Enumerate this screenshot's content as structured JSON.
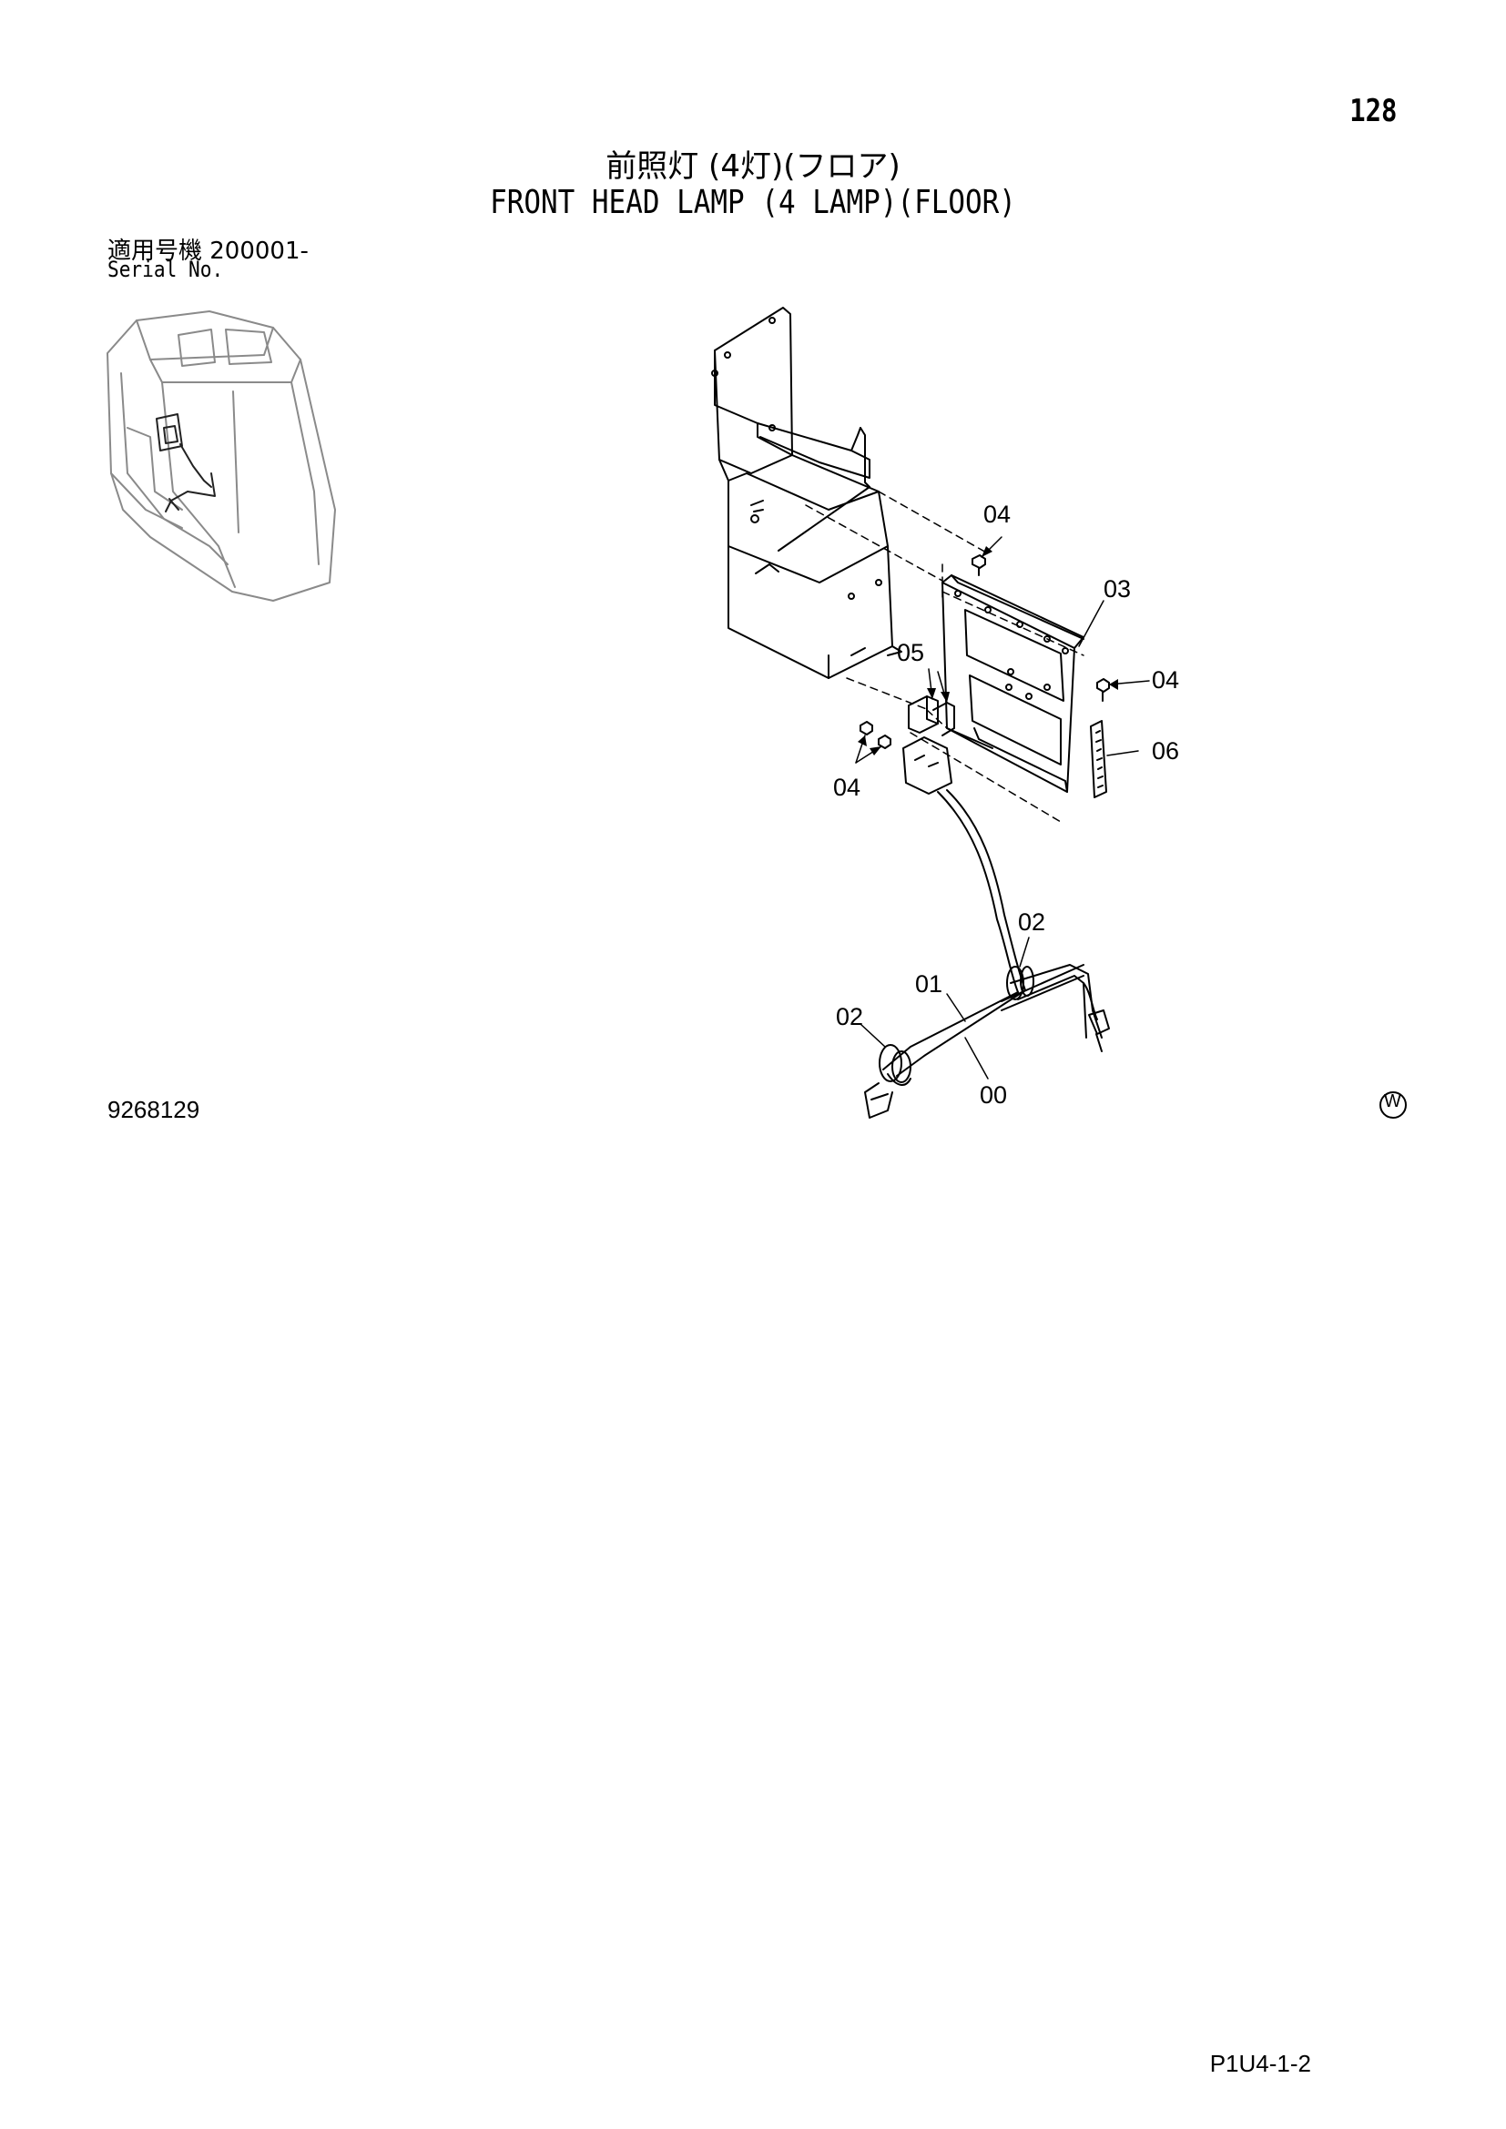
{
  "page_number": "128",
  "title_jp": "前照灯 (4灯)(フロア)",
  "title_en": "FRONT HEAD LAMP (4 LAMP)(FLOOR)",
  "serial_label_jp": "適用号機 200001-",
  "serial_label_en": "Serial No.",
  "drawing_number": "9268129",
  "footer_code": "P1U4-1-2",
  "watermark_icon": "circled-w-icon",
  "callouts": {
    "c04_top": "04",
    "c03": "03",
    "c05": "05",
    "c04_right": "04",
    "c04_left": "04",
    "c06": "06",
    "c02_right": "02",
    "c01": "01",
    "c02_left": "02",
    "c00": "00"
  }
}
